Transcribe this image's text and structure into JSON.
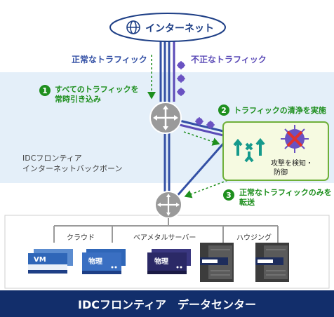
{
  "internet": {
    "label": "インターネット",
    "icon": "globe-icon"
  },
  "traffic": {
    "legitimate": "正常なトラフィック",
    "illegitimate": "不正なトラフィック"
  },
  "steps": {
    "step1": {
      "number": "1",
      "label_line1": "すべてのトラフィックを",
      "label_line2": "常時引き込み"
    },
    "step2": {
      "number": "2",
      "label": "トラフィックの清浄を実施"
    },
    "step3": {
      "number": "3",
      "label_line1": "正常なトラフィックのみを",
      "label_line2": "転送"
    }
  },
  "backbone": {
    "line1": "IDCフロンティア",
    "line2": "インターネットバックボーン"
  },
  "scrubber": {
    "detect_line1": "攻撃を検知・",
    "detect_line2": "防御"
  },
  "datacenter": {
    "categories": {
      "cloud": "クラウド",
      "baremetal": "ベアメタルサーバー",
      "housing": "ハウジング"
    },
    "server_labels": {
      "vm": "VM",
      "physical_1": "物理",
      "physical_2": "物理"
    },
    "footer_title": "IDCフロンティア　データセンター"
  },
  "colors": {
    "navy": "#1e3f86",
    "legit_line": "#3350a5",
    "malicious": "#5b4bb7",
    "green": "#1e8f1e",
    "band": "#e4eff9",
    "scrubber_box": "#f6fae1",
    "footer": "#122e6b"
  }
}
